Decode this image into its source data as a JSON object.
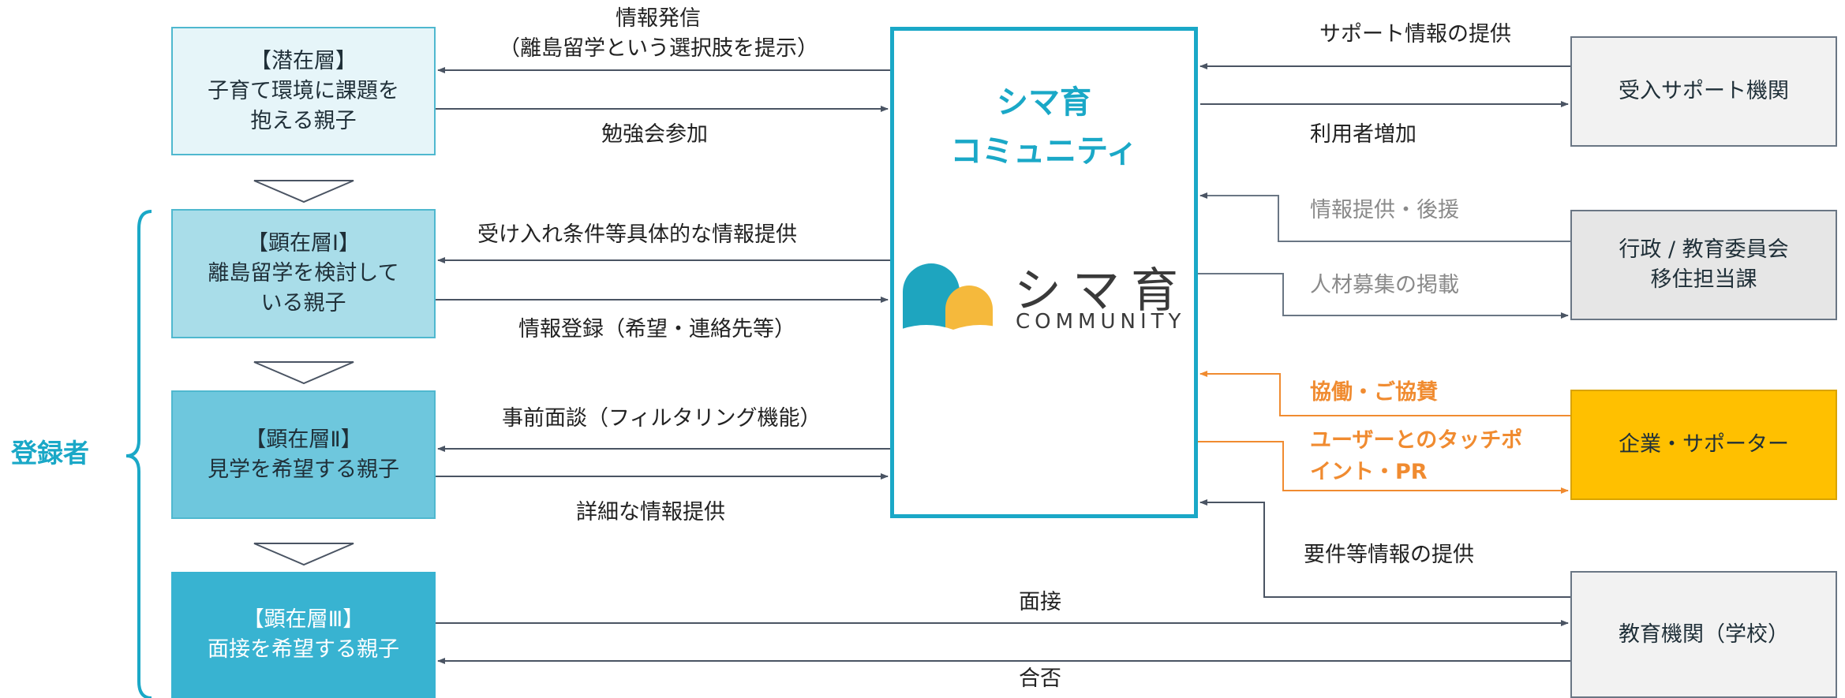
{
  "parents": [
    {
      "lines": [
        "【潜在層】",
        "子育て環境に課題を",
        "抱える親子"
      ]
    },
    {
      "lines": [
        "【顕在層Ⅰ】",
        "離島留学を検討して",
        "いる親子"
      ]
    },
    {
      "lines": [
        "【顕在層Ⅱ】",
        "見学を希望する親子"
      ]
    },
    {
      "lines": [
        "【顕在層Ⅲ】",
        "面接を希望する親子"
      ]
    }
  ],
  "registrants_label": "登録者",
  "center": {
    "title_line1": "シマ育",
    "title_line2": "コミュニティ",
    "logo_text": "シマ育",
    "logo_sub": "COMMUNITY"
  },
  "partners": [
    {
      "lines": [
        "受入サポート機関"
      ]
    },
    {
      "lines": [
        "行政 / 教育委員会",
        "移住担当課"
      ]
    },
    {
      "lines": [
        "企業・サポーター"
      ]
    },
    {
      "lines": [
        "教育機関（学校）"
      ]
    }
  ],
  "left_labels": {
    "info_send_1": "情報発信",
    "info_send_2": "（離島留学という選択肢を提示）",
    "study_session": "勉強会参加",
    "concrete_info": "受け入れ条件等具体的な情報提供",
    "registration": "情報登録（希望・連絡先等）",
    "pre_interview": "事前面談（フィルタリング機能）",
    "detail_info": "詳細な情報提供",
    "interview": "面接",
    "result": "合否"
  },
  "right_labels": {
    "support_info": "サポート情報の提供",
    "user_increase": "利用者増加",
    "info_support": "情報提供・後援",
    "recruit": "人材募集の掲載",
    "collab": "協働・ご協賛",
    "touch_1": "ユーザーとのタッチポ",
    "touch_2": "イント・PR",
    "requirements": "要件等情報の提供"
  },
  "colors": {
    "accent": "#1aa8c7",
    "orange": "#f08b30",
    "arrow": "#4a5463",
    "grey_arrow": "#9a9a9a",
    "sponsor": "#ffc000"
  }
}
